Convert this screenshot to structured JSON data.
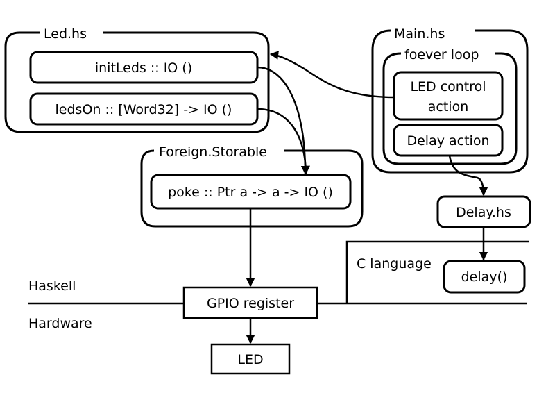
{
  "modules": {
    "led": {
      "title": "Led.hs",
      "init_leds": "initLeds :: IO ()",
      "leds_on": "ledsOn :: [Word32] -> IO ()"
    },
    "main": {
      "title": "Main.hs",
      "loop_title": "foever loop",
      "led_control_line1": "LED control",
      "led_control_line2": "action",
      "delay_action": "Delay action"
    },
    "storable": {
      "title": "Foreign.Storable",
      "poke": "poke :: Ptr a -> a -> IO ()"
    },
    "delay_hs": "Delay.hs",
    "c_language": {
      "label": "C language",
      "delay_fn": "delay()"
    }
  },
  "layers": {
    "haskell": "Haskell",
    "hardware": "Hardware"
  },
  "hardware": {
    "gpio": "GPIO register",
    "led": "LED"
  }
}
